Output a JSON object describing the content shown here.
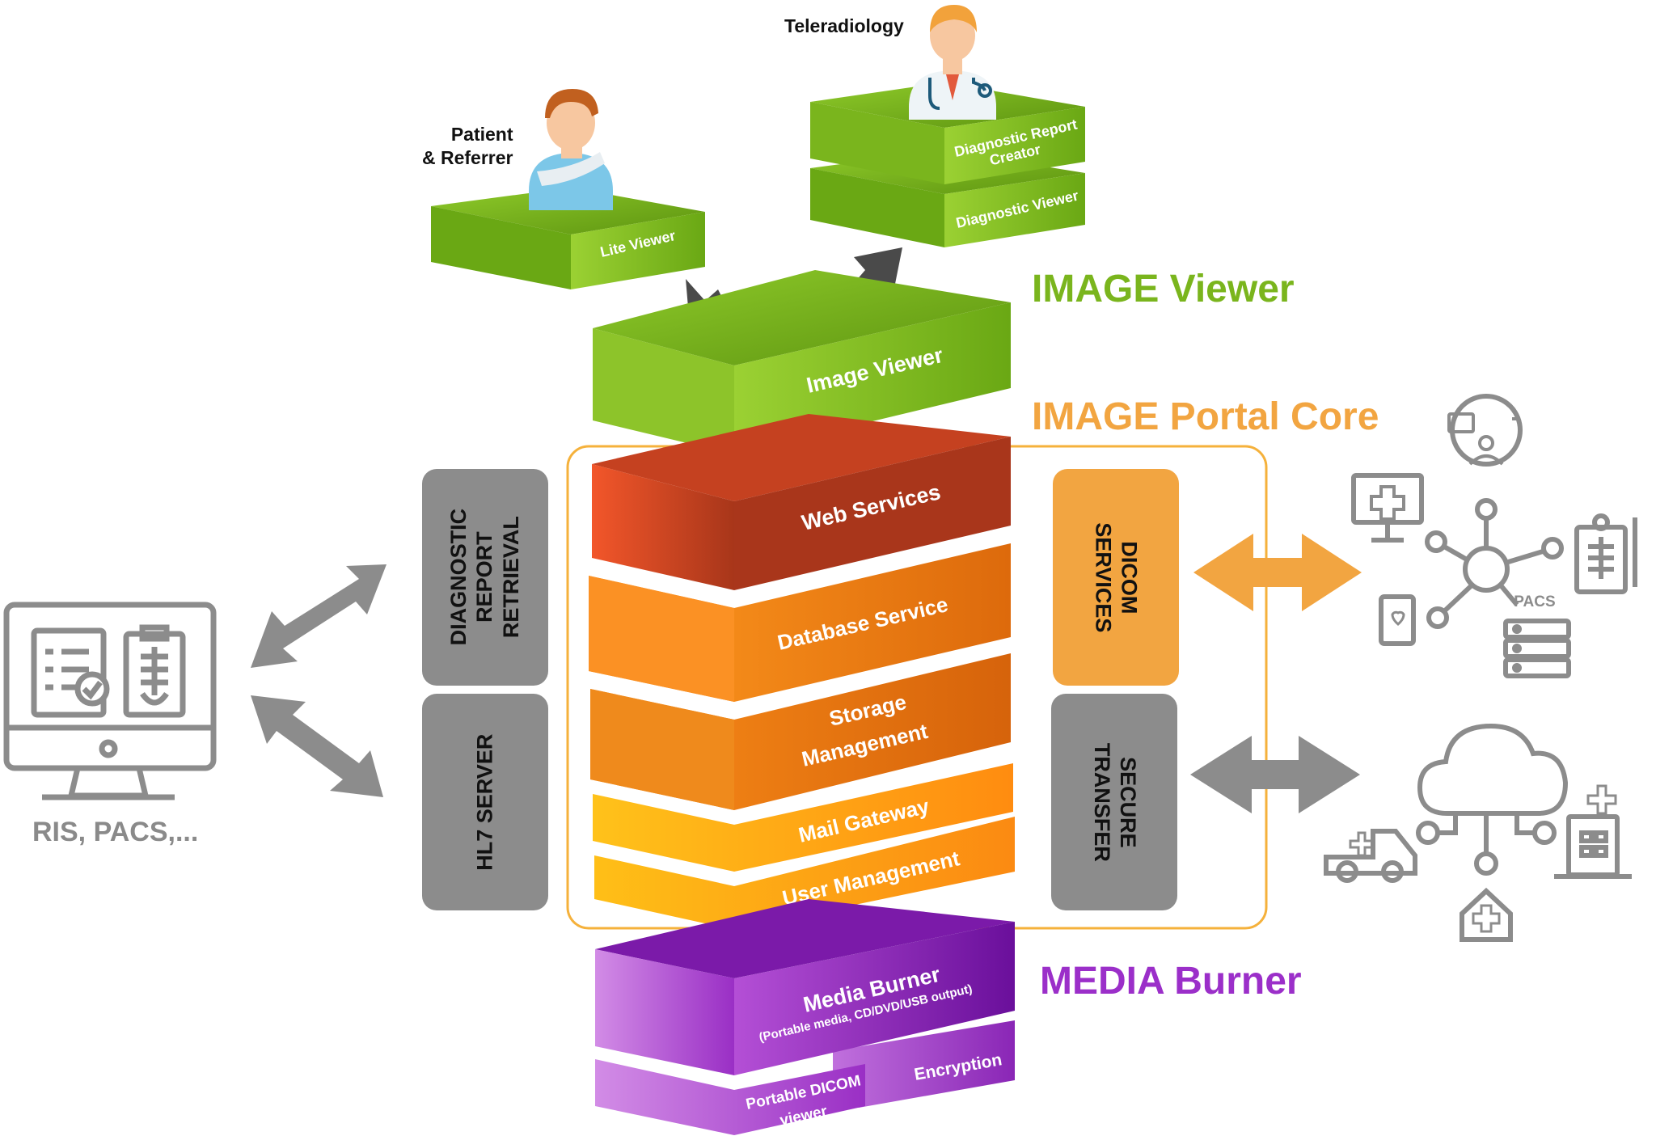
{
  "colors": {
    "green": "#7ab51d",
    "orange": "#f2a541",
    "purple": "#9b2fc9",
    "gray": "#8c8c8c",
    "dark_gray": "#555555"
  },
  "sections": {
    "image_viewer": "IMAGE Viewer",
    "portal_core": "IMAGE Portal Core",
    "media_burner": "MEDIA Burner"
  },
  "users": {
    "teleradiology": "Teleradiology",
    "patient_referrer": "Patient\n& Referrer"
  },
  "viewer_modules": {
    "lite_viewer": "Lite Viewer",
    "diagnostic_report_creator": "Diagnostic Report\nCreator",
    "diagnostic_viewer": "Diagnostic Viewer",
    "image_viewer": "Image Viewer"
  },
  "core_layers": {
    "web_services": "Web Services",
    "database_service": "Database Service",
    "storage_management": "Storage\nManagement",
    "mail_gateway": "Mail Gateway",
    "user_management": "User Management"
  },
  "media_layers": {
    "media_burner": "Media Burner",
    "media_burner_sub": "(Portable media, CD/DVD/USB output)",
    "portable_dicom_viewer": "Portable DICOM\nviewer",
    "encryption": "Encryption"
  },
  "side_services": {
    "diagnostic_report_retrieval": "DIAGNOSTIC\nREPORT\nRETRIEVAL",
    "hl7_server": "HL7 SERVER",
    "dicom_services": "DICOM\nSERVICES",
    "secure_transfer": "SECURE\nTRANSFER"
  },
  "external": {
    "ris_pacs": "RIS, PACS,...",
    "pacs": "PACS"
  },
  "icons": {
    "computer": "monitor-with-records-icon",
    "network": "medical-network-icon",
    "cloud": "cloud-network-icon"
  }
}
